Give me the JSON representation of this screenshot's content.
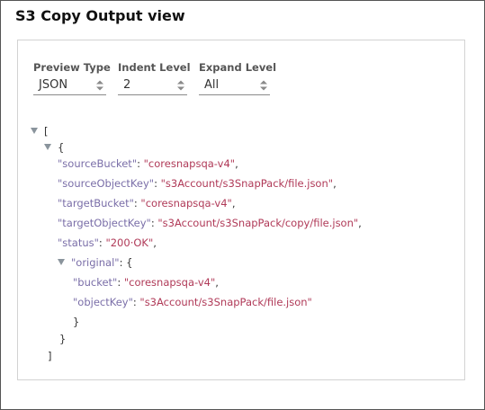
{
  "window": {
    "title": "S3 Copy Output view"
  },
  "controls": {
    "preview_type": {
      "label": "Preview Type",
      "value": "JSON"
    },
    "indent_level": {
      "label": "Indent Level",
      "value": "2"
    },
    "expand_level": {
      "label": "Expand Level",
      "value": "All"
    }
  },
  "json_view": {
    "open_array": "[",
    "close_array": "]",
    "open_object": "{",
    "close_object": "}",
    "fields": [
      {
        "key": "\"sourceBucket\"",
        "value": "\"coresnapsqa-v4\""
      },
      {
        "key": "\"sourceObjectKey\"",
        "value": "\"s3Account/s3SnapPack/file.json\""
      },
      {
        "key": "\"targetBucket\"",
        "value": "\"coresnapsqa-v4\""
      },
      {
        "key": "\"targetObjectKey\"",
        "value": "\"s3Account/s3SnapPack/copy/file.json\""
      },
      {
        "key": "\"status\"",
        "value": "\"200·OK\""
      }
    ],
    "original": {
      "key": "\"original\"",
      "fields": [
        {
          "key": "\"bucket\"",
          "value": "\"coresnapsqa-v4\""
        },
        {
          "key": "\"objectKey\"",
          "value": "\"s3Account/s3SnapPack/file.json\""
        }
      ]
    }
  }
}
